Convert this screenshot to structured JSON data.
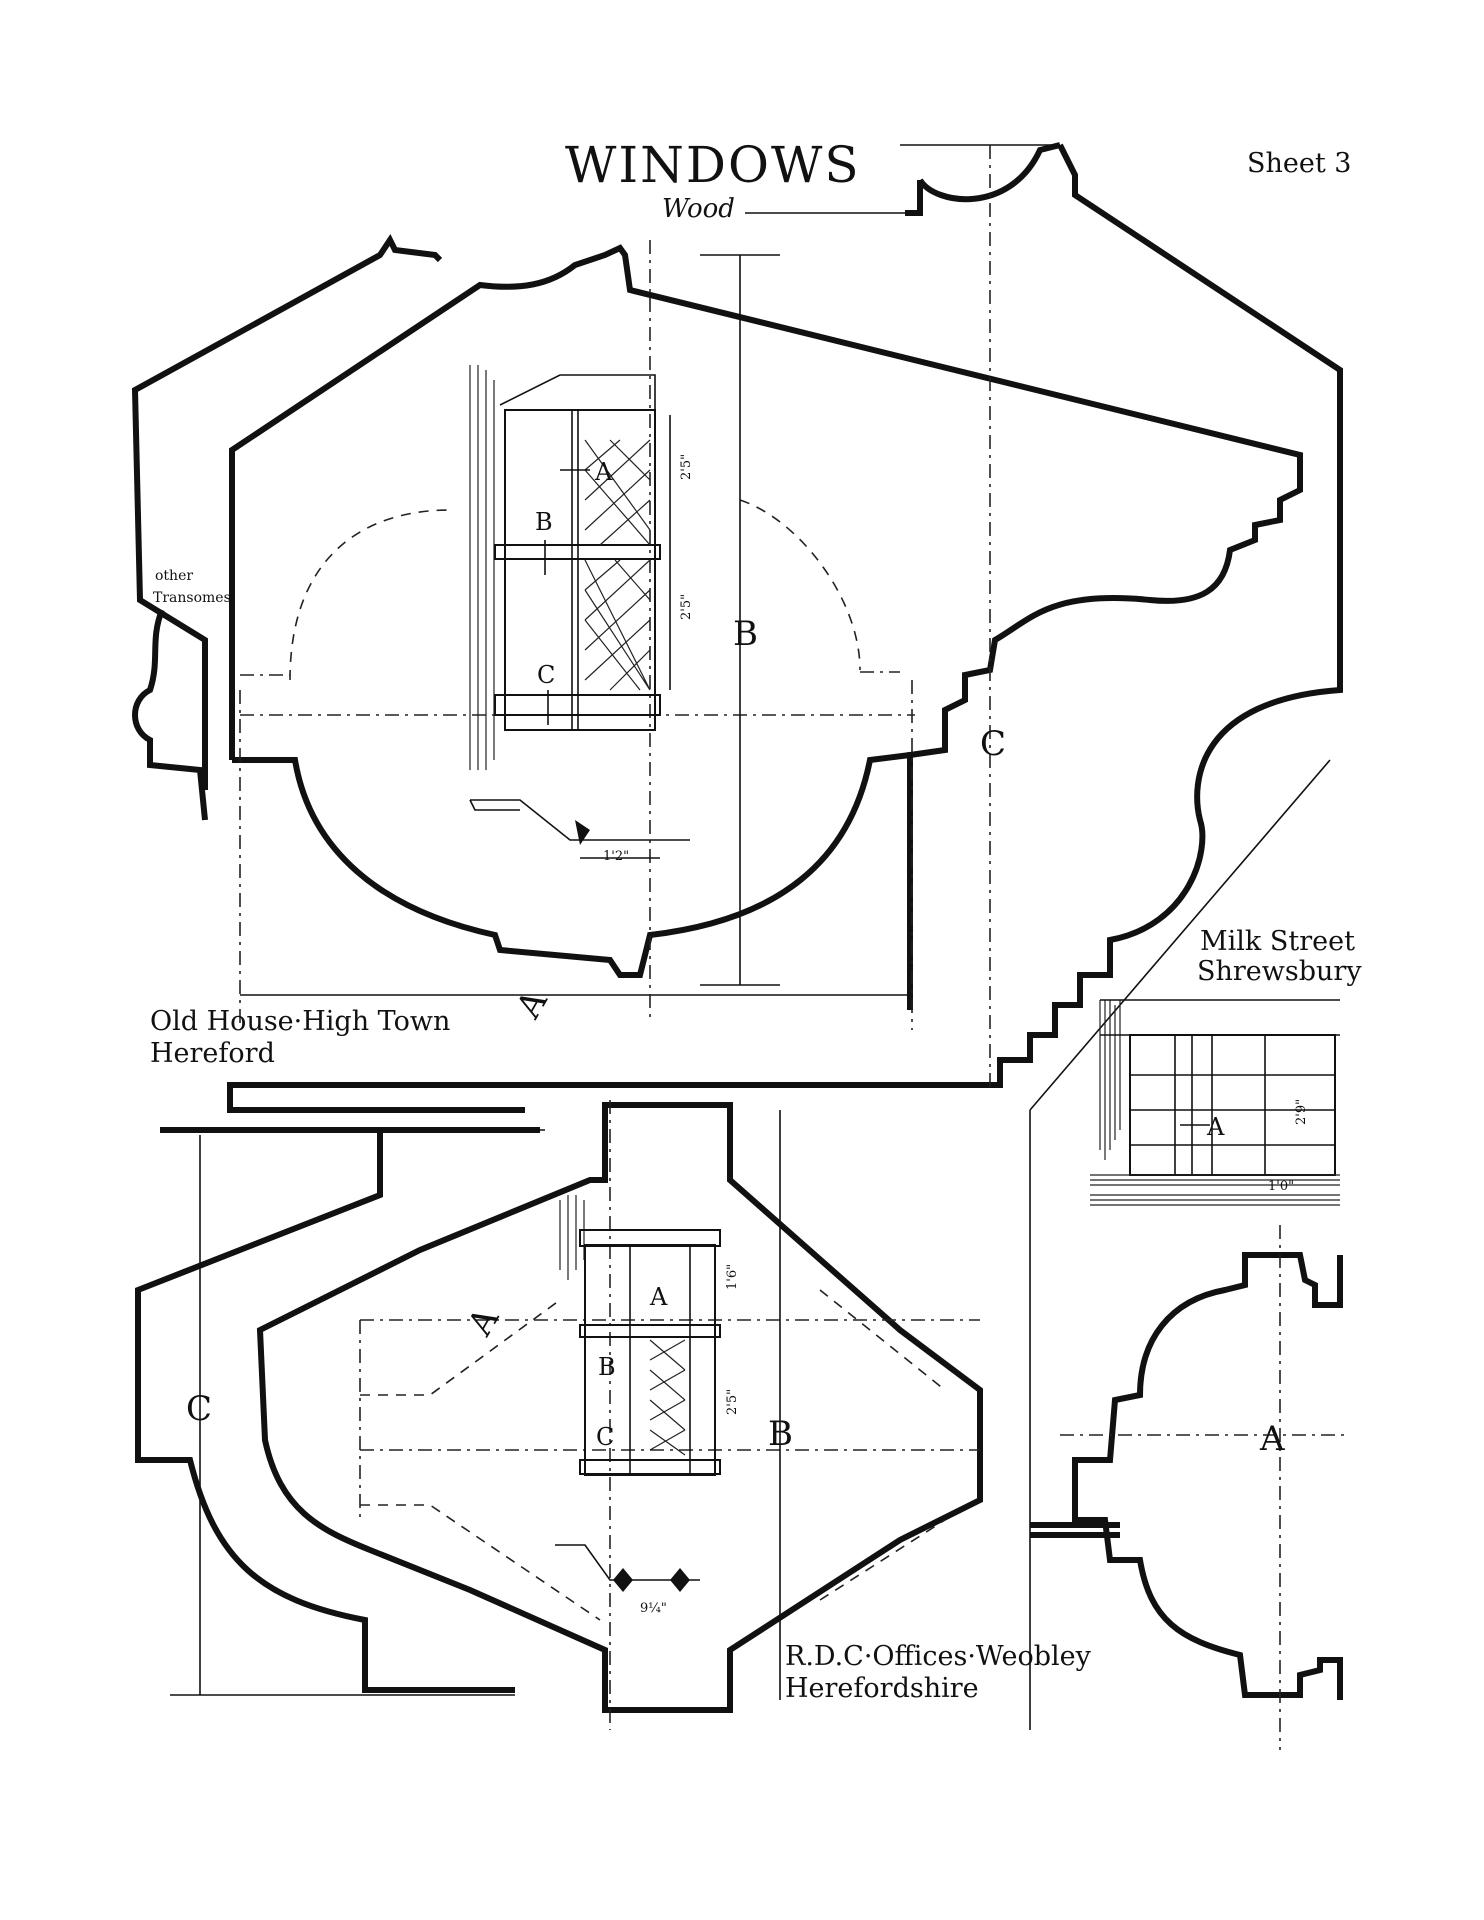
{
  "title": "WINDOWS",
  "subtitle": "Wood",
  "sheet": "Sheet 3",
  "note": {
    "line1": "other",
    "line2": "Transomes"
  },
  "examples": [
    {
      "caption_line1": "Old House·High Town",
      "caption_line2": "Hereford",
      "section_labels": {
        "a": "A",
        "b": "B",
        "c": "C"
      },
      "elevation_labels": {
        "a": "A",
        "b": "B",
        "c": "C"
      },
      "dimensions": {
        "upper_light": "2'5\"",
        "lower_light": "2'5\"",
        "width": "1'2\""
      }
    },
    {
      "caption_line1": "R.D.C·Offices·Weobley",
      "caption_line2": "Herefordshire",
      "section_labels": {
        "a": "A",
        "b": "B",
        "c": "C"
      },
      "elevation_labels": {
        "a": "A",
        "b": "B",
        "c": "C"
      },
      "dimensions": {
        "upper_light": "1'6\"",
        "lower_light": "2'5\"",
        "width": "9¼\""
      }
    },
    {
      "caption_line1": "Milk Street",
      "caption_line2": "Shrewsbury",
      "section_labels": {
        "a": "A"
      },
      "elevation_labels": {
        "a": "A"
      },
      "dimensions": {
        "height": "2'9\"",
        "width": "1'0\""
      }
    }
  ]
}
